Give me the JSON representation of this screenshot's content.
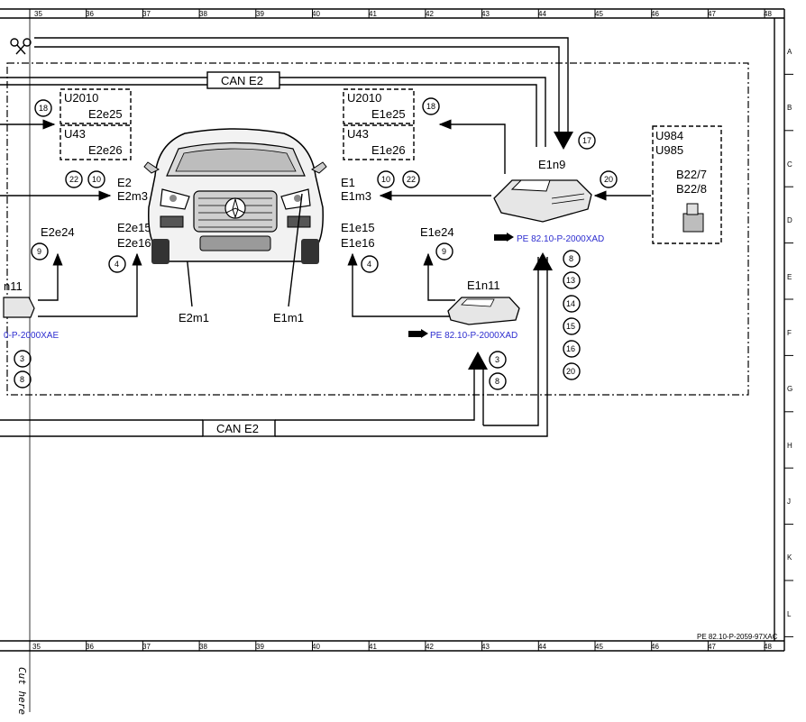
{
  "col_numbers": [
    "35",
    "36",
    "37",
    "38",
    "39",
    "40",
    "41",
    "42",
    "43",
    "44",
    "45",
    "46",
    "47",
    "48"
  ],
  "row_letters": [
    "A",
    "B",
    "C",
    "D",
    "E",
    "F",
    "G",
    "H",
    "J",
    "K",
    "L"
  ],
  "bus_label": "CAN E2",
  "left_group": {
    "box1_a": "U2010",
    "box1_b": "E2e25",
    "box2_a": "U43",
    "box2_b": "E2e26",
    "m_a": "E2",
    "m_b": "E2m3",
    "e_a": "E2e15",
    "e_b": "E2e16",
    "e24": "E2e24",
    "m1": "E2m1",
    "n11_partial": "n11",
    "ref_partial": "0-P-2000XAE"
  },
  "right_group": {
    "box1_a": "U2010",
    "box1_b": "E1e25",
    "box2_a": "U43",
    "box2_b": "E1e26",
    "m_a": "E1",
    "m_b": "E1m3",
    "e_a": "E1e15",
    "e_b": "E1e16",
    "e24": "E1e24",
    "m1": "E1m1",
    "n11": "E1n11",
    "n9": "E1n9",
    "ref": "PE 82.10-P-2000XAD"
  },
  "far_right": {
    "u1": "U984",
    "u2": "U985",
    "b1": "B22/7",
    "b2": "B22/8"
  },
  "circles": {
    "c18": "18",
    "c22": "22",
    "c10": "10",
    "c9": "9",
    "c4": "4",
    "c3": "3",
    "c8": "8",
    "c17": "17",
    "c20": "20",
    "c13": "13",
    "c14": "14",
    "c15": "15",
    "c16": "16"
  },
  "doc_id": "PE 82.10-P-2059-97XAC",
  "cut_text": "Cut here"
}
